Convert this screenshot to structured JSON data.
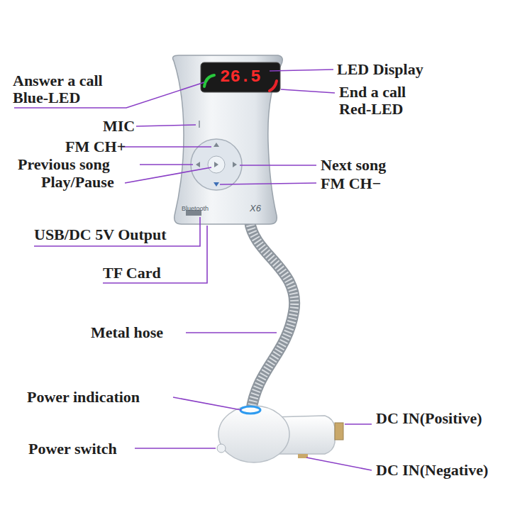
{
  "diagram": {
    "labels": [
      "Answer a call Blue-LED",
      "LED Display",
      "End a call Red-LED",
      "MIC",
      "FM CH+",
      "Previous song",
      "Play/Pause",
      "Next song",
      "FM CH−",
      "USB/DC 5V Output",
      "TF Card",
      "Metal hose",
      "Power indication",
      "Power switch",
      "DC IN(Positive)",
      "DC IN(Negative)",
      "26.5",
      "Bluetooth",
      "X6"
    ]
  }
}
